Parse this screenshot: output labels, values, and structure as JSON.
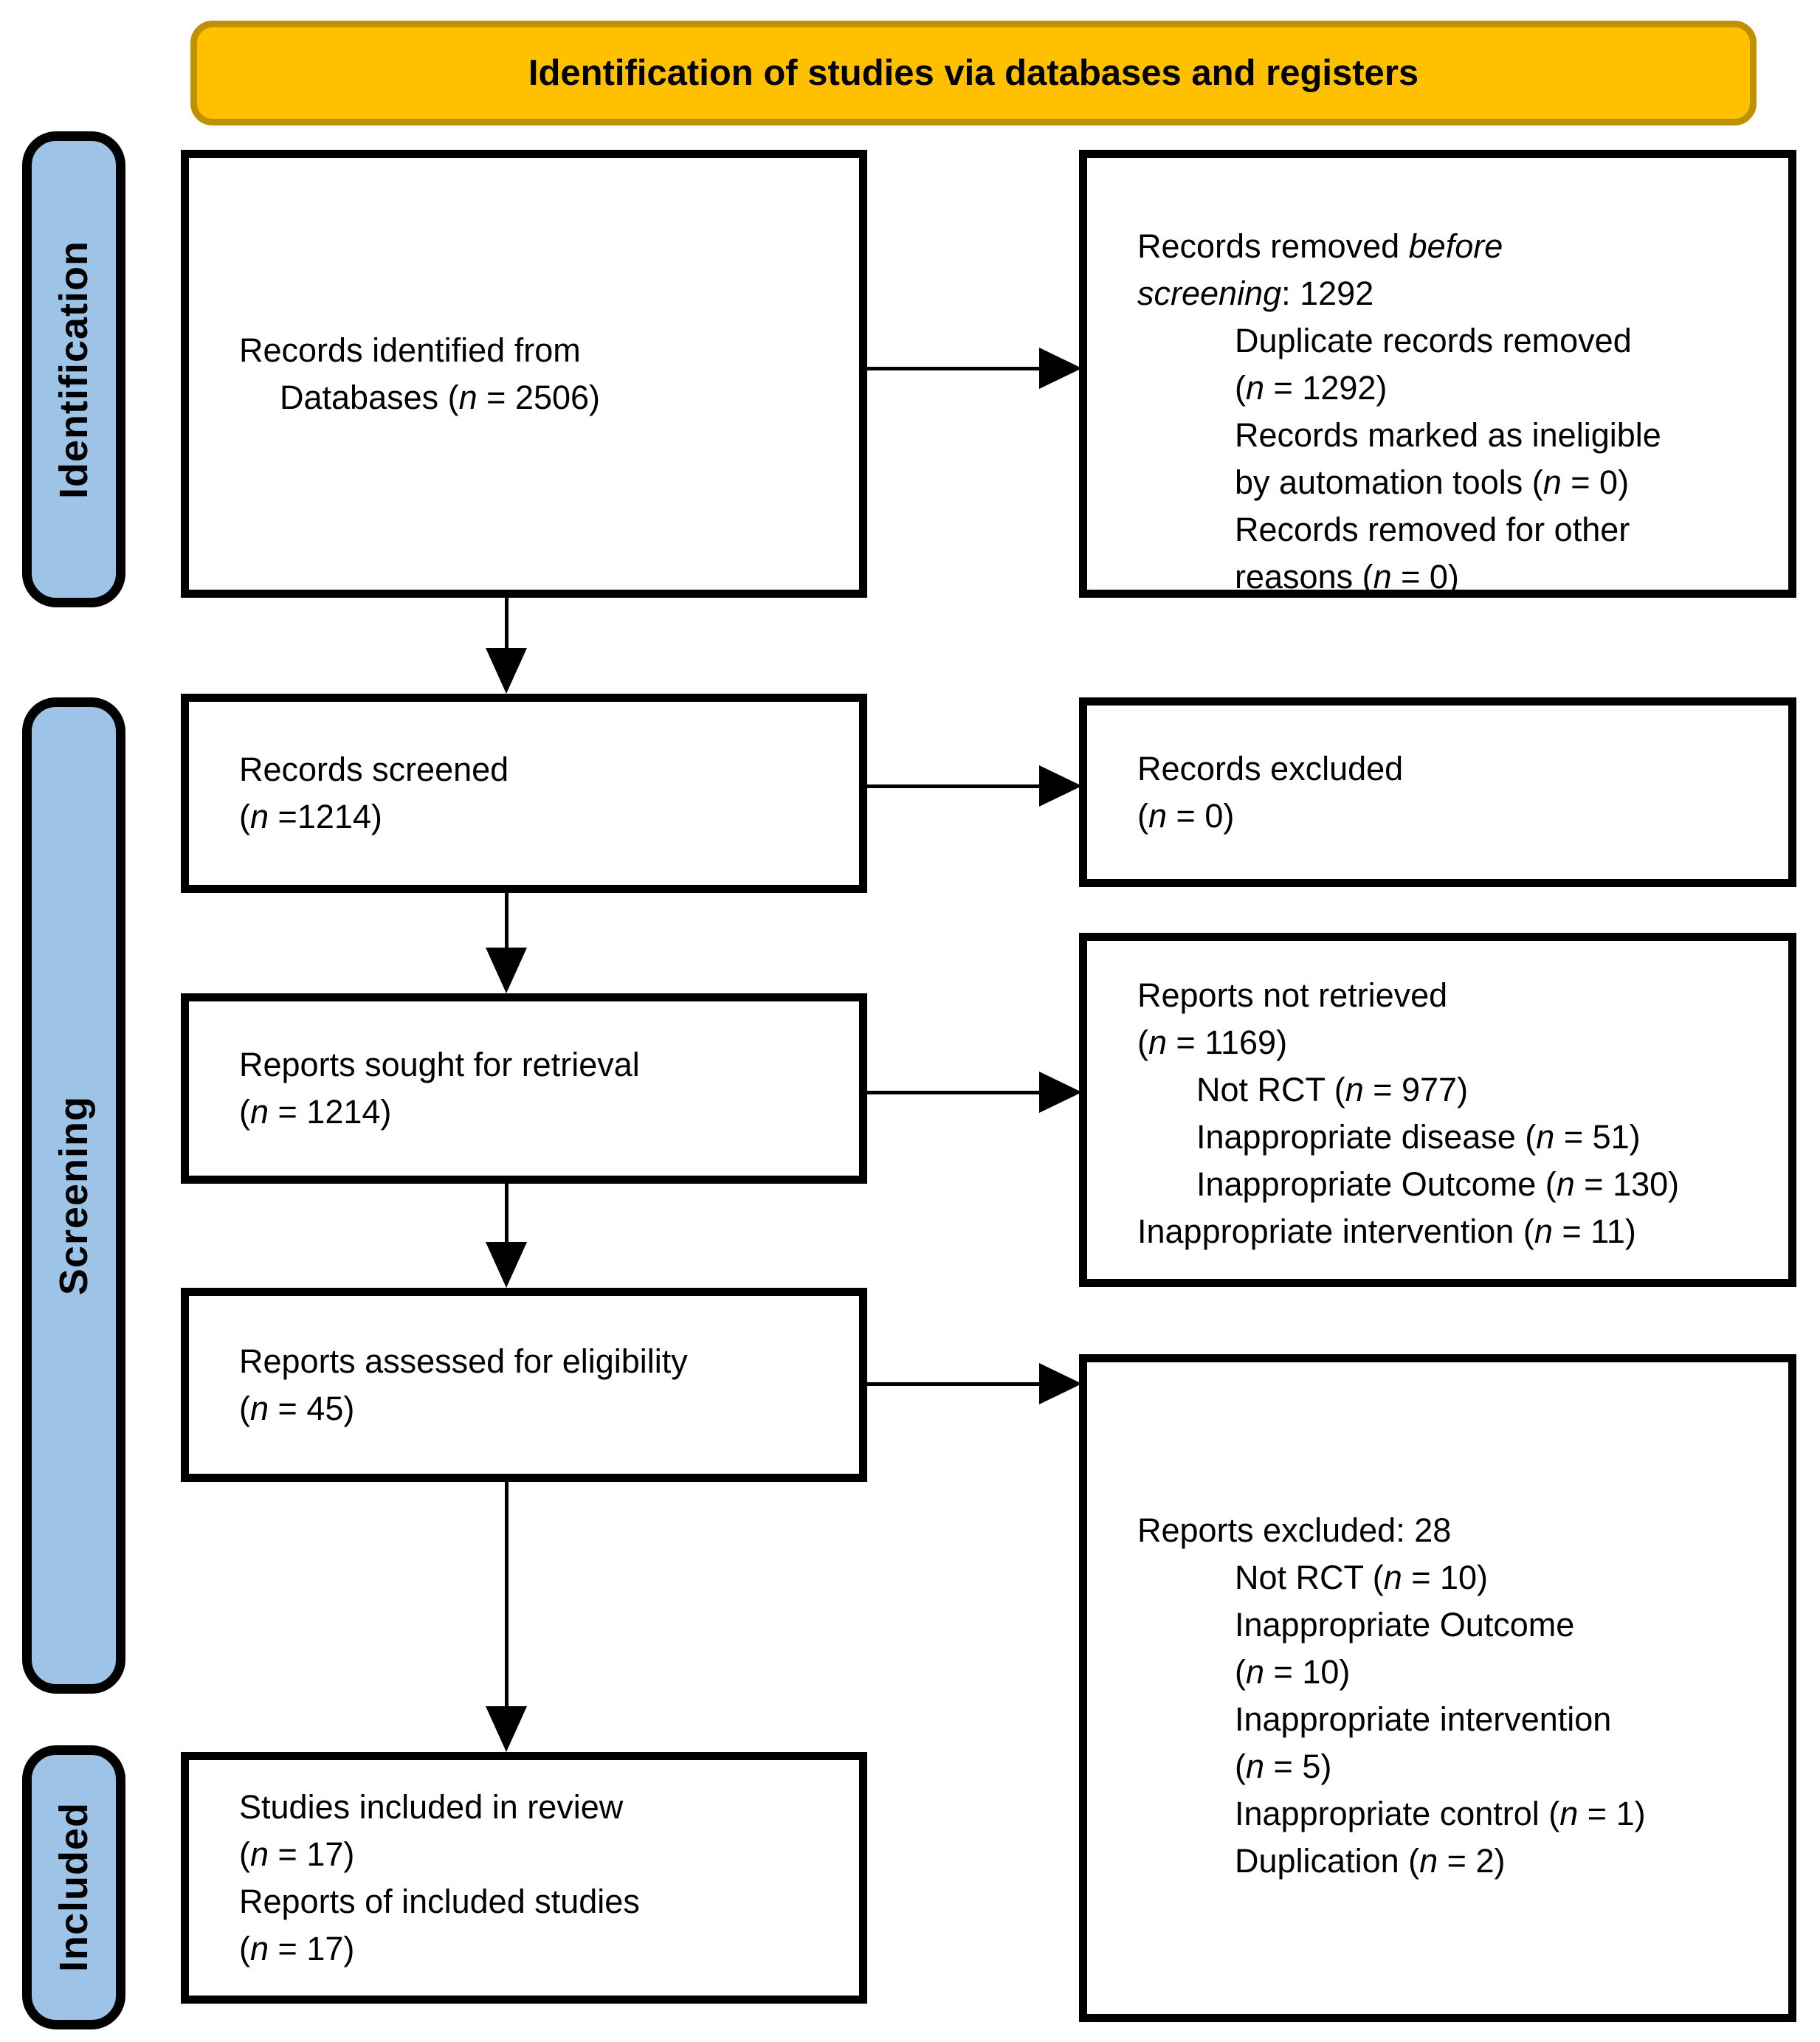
{
  "banner": {
    "title": "Identification of studies via databases and registers"
  },
  "stages": {
    "identification": "Identification",
    "screening": "Screening",
    "included": "Included"
  },
  "boxes": {
    "identified": {
      "lines": [
        "Records identified from",
        "Databases (*n* = 2506)"
      ]
    },
    "removed": {
      "lines": [
        "Records removed *before*",
        "*screening*: 1292",
        "Duplicate records removed",
        "(*n* = 1292)",
        "Records marked as ineligible",
        "by automation tools (*n* = 0)",
        "Records removed for other",
        "reasons (*n* = 0)"
      ]
    },
    "screened": {
      "lines": [
        "Records screened",
        "(*n* =1214)"
      ]
    },
    "records_excluded": {
      "lines": [
        "Records excluded",
        "(*n* = 0)"
      ]
    },
    "sought": {
      "lines": [
        "Reports sought for retrieval",
        "(*n* = 1214)"
      ]
    },
    "not_retrieved": {
      "lines": [
        "Reports not retrieved",
        "(*n* = 1169)",
        "Not RCT (*n* = 977)",
        "Inappropriate disease (*n* = 51)",
        "Inappropriate Outcome (*n* = 130)",
        "Inappropriate intervention (*n* = 11)"
      ]
    },
    "assessed": {
      "lines": [
        "Reports assessed for eligibility",
        "(*n* = 45)"
      ]
    },
    "reports_excluded": {
      "lines": [
        "Reports excluded: 28",
        "Not RCT (*n* = 10)",
        "Inappropriate Outcome",
        "(*n* = 10)",
        "Inappropriate intervention",
        "(*n* = 5)",
        "Inappropriate control (*n* = 1)",
        "Duplication (*n* = 2)"
      ]
    },
    "included_studies": {
      "lines": [
        "Studies included in review",
        "(*n* = 17)",
        "Reports of included studies",
        "(*n* = 17)"
      ]
    }
  },
  "colors": {
    "banner_fill": "#FFC000",
    "banner_border": "#BF9000",
    "stage_fill": "#9DC3E6",
    "box_border": "#000000",
    "box_fill": "#FFFFFF",
    "text": "#000000"
  }
}
